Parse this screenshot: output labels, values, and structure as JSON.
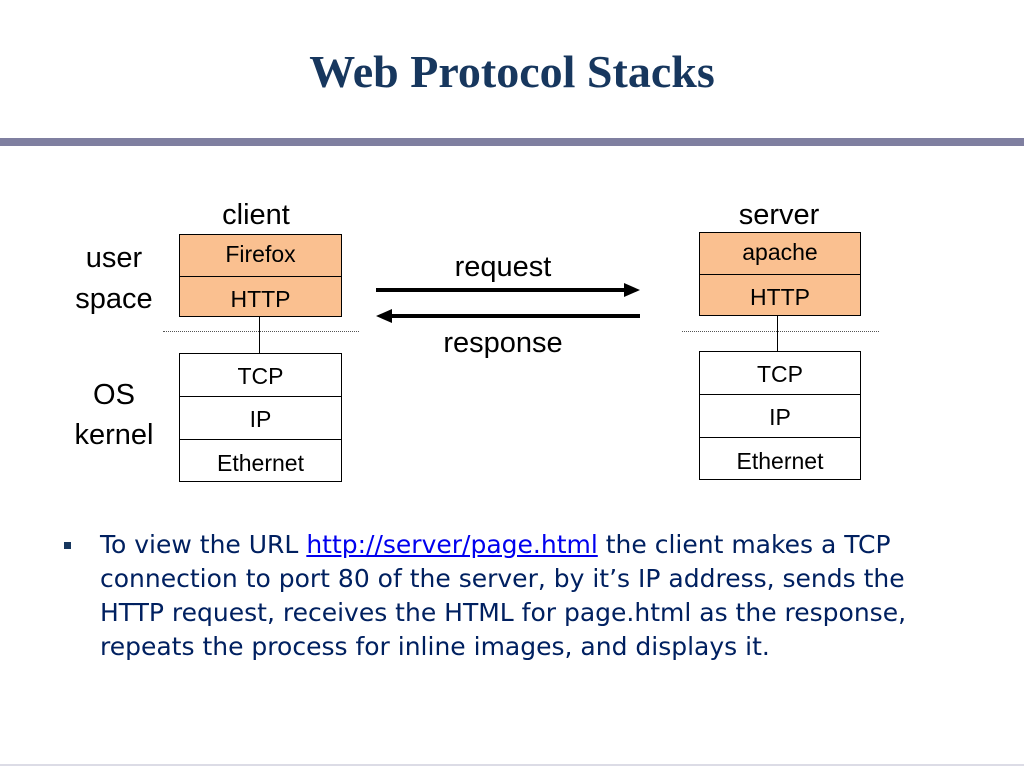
{
  "slide": {
    "title": "Web Protocol Stacks",
    "accent_color": "#17375e",
    "rule_color": "#7f7fa0"
  },
  "diagram": {
    "client_heading": "client",
    "server_heading": "server",
    "user_space_label_line1": "user",
    "user_space_label_line2": "space",
    "os_kernel_label_line1": "OS",
    "os_kernel_label_line2": "kernel",
    "request_label": "request",
    "response_label": "response",
    "app_layer_color": "#fac090",
    "client_stack": {
      "application": "Firefox",
      "http": "HTTP",
      "tcp": "TCP",
      "ip": "IP",
      "link": "Ethernet"
    },
    "server_stack": {
      "application": "apache",
      "http": "HTTP",
      "tcp": "TCP",
      "ip": "IP",
      "link": "Ethernet"
    }
  },
  "bullet": {
    "text_before_link": "To view the URL ",
    "link_text": "http://server/page.html",
    "text_after_link": " the client makes a TCP connection to port 80 of the server, by it’s IP address, sends the HTTP request, receives the HTML for page.html as the response, repeats the process for inline images, and displays it."
  }
}
